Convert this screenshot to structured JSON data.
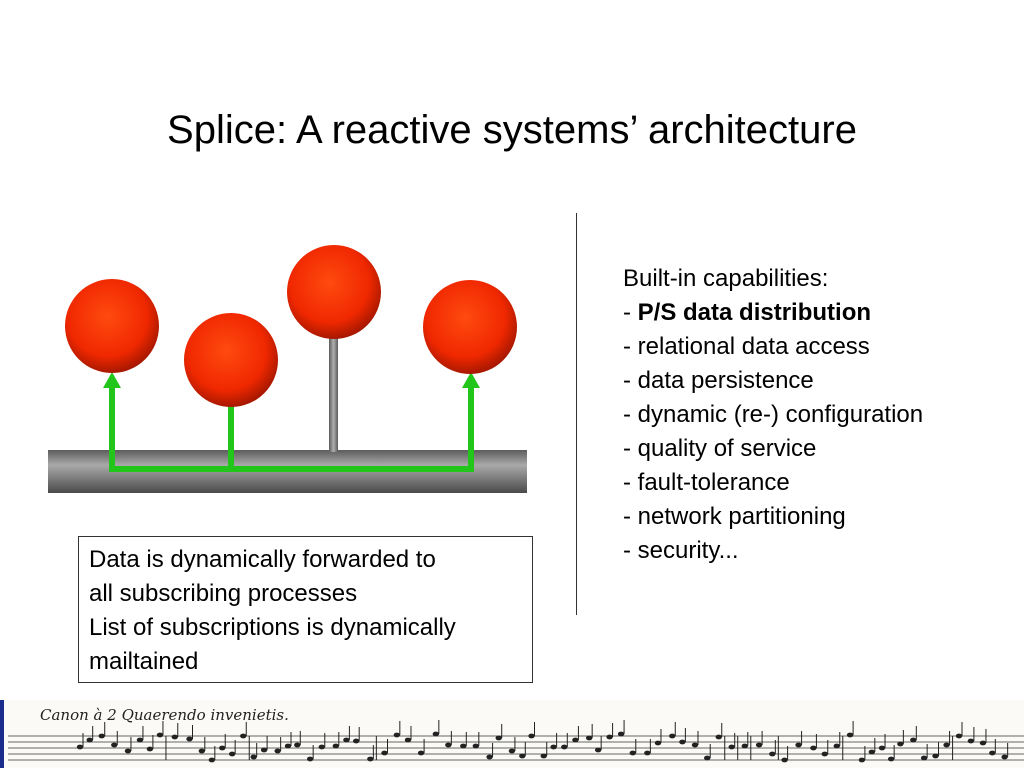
{
  "slide": {
    "title": "Splice: A reactive systems’ architecture"
  },
  "capabilities": {
    "heading": "Built-in capabilities:",
    "bold_item": "P/S data distribution",
    "items": [
      "- relational data access",
      "- data persistence",
      "- dynamic (re-) configuration",
      "- quality of service",
      "- fault-tolerance",
      "- network partitioning",
      "- security..."
    ]
  },
  "note": {
    "lines": [
      "Data is dynamically forwarded to",
      "all subscribing processes",
      "List of subscriptions is dynamically",
      "mailtained"
    ]
  },
  "banner": {
    "caption": "Canon à 2  Quaerendo invenietis."
  },
  "colors": {
    "node": "#ff2a00",
    "arrow": "#22c61a",
    "bus": "#777777",
    "accent": "#1a2c8c"
  }
}
